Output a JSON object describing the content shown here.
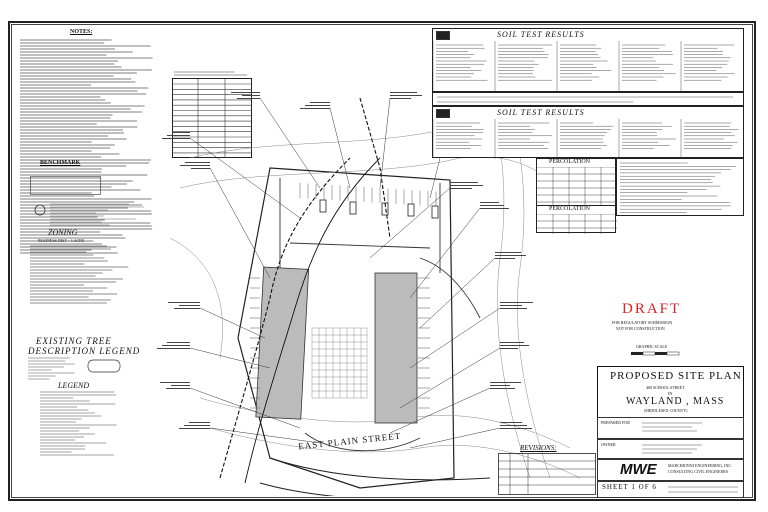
{
  "notes": {
    "title": "NOTES:",
    "lines_count_hint": ""
  },
  "soil": {
    "title1": "SOIL TEST RESULTS",
    "title2": "SOIL TEST RESULTS",
    "col_label": "DEEP HOLE",
    "percolation1": "PERCOLATION",
    "percolation2": "PERCOLATION"
  },
  "zoning": {
    "title": "ZONING",
    "subtitle": "BUSINESS DIST. - 1 ACRE"
  },
  "benchmark": {
    "title": "BENCHMARK"
  },
  "tree_legend": {
    "title1": "EXISTING TREE",
    "title2": "DESCRIPTION LEGEND"
  },
  "legend": {
    "title": "LEGEND"
  },
  "street": {
    "label": "EAST PLAIN STREET"
  },
  "draft": {
    "label": "DRAFT",
    "note1": "FOR REGULATORY SUBMISSION",
    "note2": "NOT FOR CONSTRUCTION"
  },
  "title_block": {
    "plan_title": "PROPOSED SITE PLAN",
    "address": "400 SCHOOL STREET",
    "in": "IN",
    "town": "WAYLAND , MASS",
    "county": "(MIDDLESEX COUNTY)",
    "prepared_for": "PREPARED FOR",
    "owner": "OWNER",
    "firm_logo": "MWE",
    "firm_line1": "MARCHIONNI ENGINEERING, INC.",
    "firm_line2": "CONSULTING CIVIL ENGINEERS",
    "sheet": "SHEET 1 OF 6"
  },
  "revisions": {
    "title": "REVISIONS:"
  },
  "scale": {
    "label": "GRAPHIC SCALE"
  }
}
